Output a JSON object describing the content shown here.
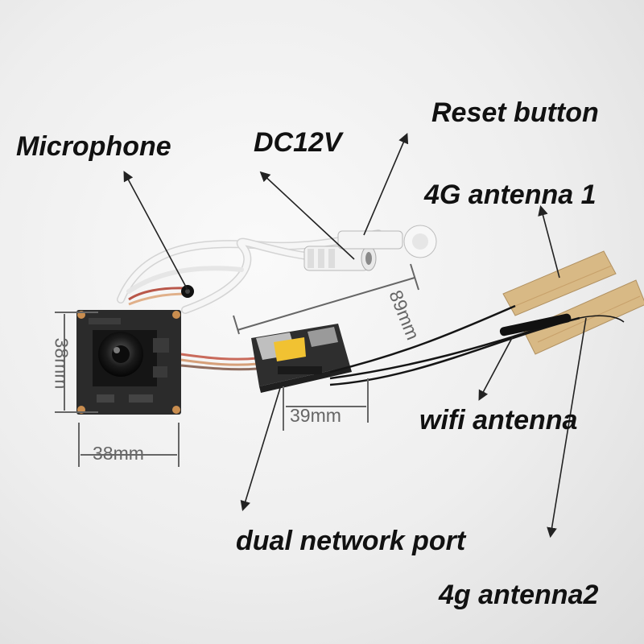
{
  "labels": {
    "microphone": "Microphone",
    "dc12v": "DC12V",
    "reset_button": "Reset button",
    "antenna_4g_1": "4G antenna 1",
    "wifi_antenna": "wifi antenna",
    "dual_network_port": "dual network port",
    "antenna_4g_2": "4g antenna2"
  },
  "dimensions": {
    "camera_width": "38mm",
    "camera_height": "38mm",
    "board_width": "39mm",
    "board_length": "89mm"
  },
  "colors": {
    "background": "#eeeeee",
    "label_text": "#111111",
    "dimension_text": "#666666",
    "pcb": "#2b2b2b",
    "cable": "#f4f4f4",
    "antenna_film": "#d8b985"
  }
}
